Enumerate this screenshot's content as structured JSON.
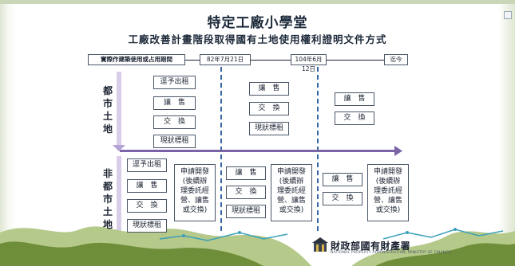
{
  "title": "特定工廠小學堂",
  "subtitle": "工廠改善計畫階段取得國有土地使用權利證明文件方式",
  "timeline": {
    "start_label": "實際作建築使用或占用期間",
    "date1": "82年7月21日",
    "date2": "104年6月12日",
    "end_label": "迄今"
  },
  "urban": {
    "label": "都市土地",
    "col1": [
      "逕予出租",
      "讓　售",
      "交　換",
      "現狀標租"
    ],
    "col2": [
      "讓　售",
      "交　換",
      "現狀標租"
    ],
    "col3": [
      "讓　售",
      "交　換"
    ]
  },
  "nonurban": {
    "label": "非都市土地",
    "col1": [
      "逕予出租",
      "讓　售",
      "交　換",
      "現狀標租"
    ],
    "apply1": "申請開發\n(後續辦\n理委託經\n營、讓售\n或交換)",
    "col2": [
      "讓　售",
      "交　換",
      "現狀標租"
    ],
    "apply2": "申請開發\n(後續辦\n理委託經\n營、讓售\n或交換)",
    "col3": [
      "讓　售",
      "交　換"
    ],
    "apply3": "申請開發\n(後續辦\n理委託經\n營、讓售\n或交換)"
  },
  "footer": {
    "org": "財政部國有財產署",
    "org_en": "NATIONAL PROPERTY ADMINISTRATION, MINISTRY OF FINANCE"
  },
  "colors": {
    "divider": "#7b63a8",
    "dashed_line": "#3566a8",
    "arrow": "#6a5aa0",
    "hill_dark": "#6f8e3a",
    "hill_light": "#b5c98a",
    "wave": "#3aa0b8"
  }
}
